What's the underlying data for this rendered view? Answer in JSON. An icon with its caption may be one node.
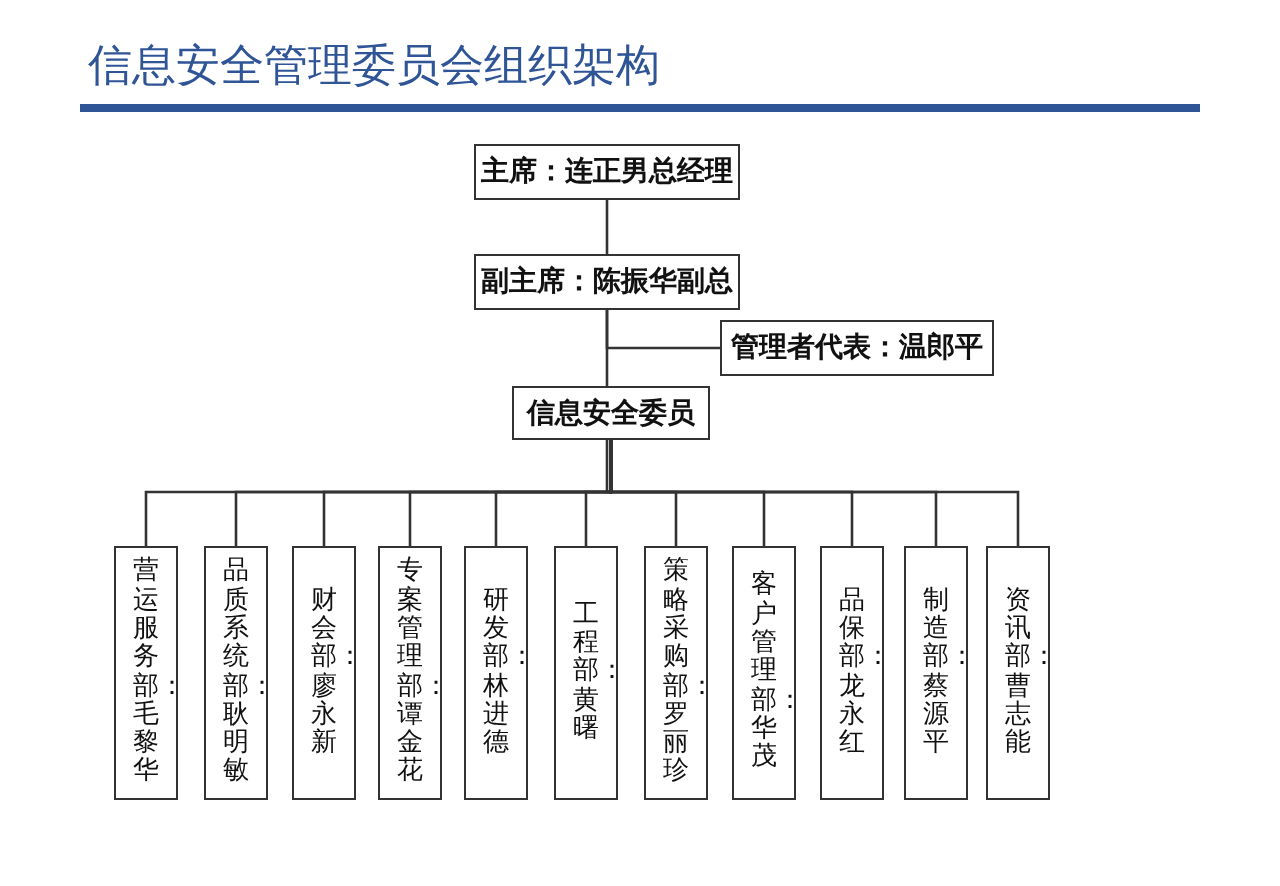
{
  "diagram": {
    "title": "信息安全管理委员会组织架构",
    "nodes": [
      {
        "text": [
          "主席：连正男总经理"
        ]
      },
      {
        "text": [
          "副主席：陈振华副总"
        ]
      },
      {
        "text": [
          "管理者代表：温郎平"
        ]
      },
      {
        "text": [
          "信息安全委员"
        ]
      },
      {
        "text": [
          "营运服务部：毛黎华"
        ]
      },
      {
        "text": [
          "品质系统部：耿明敏"
        ]
      },
      {
        "text": [
          "财会部：廖永新"
        ]
      },
      {
        "text": [
          "专案管理部：谭金花"
        ]
      },
      {
        "text": [
          "研发部：林进德"
        ]
      },
      {
        "text": [
          "工程部：黄曙"
        ]
      },
      {
        "text": [
          "策略采购部：罗丽珍"
        ]
      },
      {
        "text": [
          "客户管理部：华茂"
        ]
      },
      {
        "text": [
          "品保部：龙永红"
        ]
      },
      {
        "text": [
          "制造部：蔡源平"
        ]
      },
      {
        "text": [
          "资讯部：曹志能"
        ]
      }
    ],
    "edges": [
      {
        "from": 0,
        "to": 1,
        "arrow": "none"
      },
      {
        "from": 1,
        "to": 2,
        "arrow": "none"
      },
      {
        "from": 1,
        "to": 3,
        "arrow": "none"
      },
      {
        "from": 3,
        "to": 4,
        "arrow": "none"
      },
      {
        "from": 3,
        "to": 5,
        "arrow": "none"
      },
      {
        "from": 3,
        "to": 6,
        "arrow": "none"
      },
      {
        "from": 3,
        "to": 7,
        "arrow": "none"
      },
      {
        "from": 3,
        "to": 8,
        "arrow": "none"
      },
      {
        "from": 3,
        "to": 9,
        "arrow": "none"
      },
      {
        "from": 3,
        "to": 10,
        "arrow": "none"
      },
      {
        "from": 3,
        "to": 11,
        "arrow": "none"
      },
      {
        "from": 3,
        "to": 12,
        "arrow": "none"
      },
      {
        "from": 3,
        "to": 13,
        "arrow": "none"
      },
      {
        "from": 3,
        "to": 14,
        "arrow": "none"
      }
    ]
  }
}
